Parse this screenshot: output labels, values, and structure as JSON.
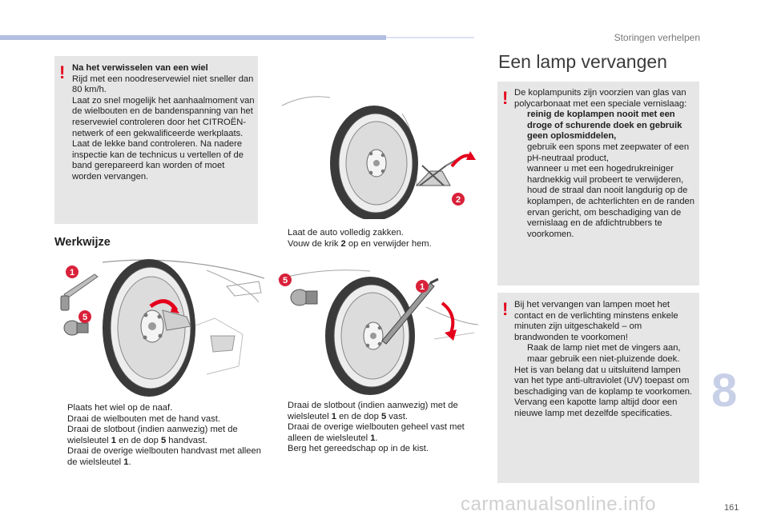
{
  "header": {
    "chapter_title": "Storingen verhelpen"
  },
  "page": {
    "number": "161",
    "chapter_tab": "8",
    "watermark": "carmanualsonline.info"
  },
  "warning_tire": {
    "mark": "!",
    "title": "Na het verwisselen van een wiel",
    "body": "Rijd met een noodreservewiel niet sneller dan 80 km/h.\nLaat zo snel mogelijk het aanhaalmoment van de wielbouten en de bandenspanning van het reservewiel controleren door het CITROËN-netwerk of een gekwalificeerde werkplaats.\nLaat de lekke band controleren. Na nadere inspectie kan de technicus u vertellen of de band gerepareerd kan worden of moet worden vervangen."
  },
  "werkwijze": {
    "heading": "Werkwijze",
    "steps": [
      {
        "mark": "",
        "text": "Plaats het wiel op de naaf."
      },
      {
        "mark": "",
        "text": "Draai de wielbouten met de hand vast."
      },
      {
        "mark": "",
        "text_pre": "Draai de slotbout (indien aanwezig) met de wielsleutel ",
        "n1": "1",
        "text_mid": " en de dop ",
        "n2": "5",
        "text_post": " handvast."
      },
      {
        "mark": "",
        "text_pre": "Draai de overige wielbouten handvast met alleen de wielsleutel ",
        "n1": "1",
        "text_post": "."
      }
    ]
  },
  "middle_top_steps": [
    {
      "mark": "",
      "text": "Laat de auto volledig zakken."
    },
    {
      "mark": "",
      "text_pre": "Vouw de krik ",
      "n1": "2",
      "text_post": " op en verwijder hem."
    }
  ],
  "middle_bottom_steps": [
    {
      "mark": "",
      "text_pre": "Draai de slotbout (indien aanwezig) met de wielsleutel ",
      "n1": "1",
      "text_mid": " en de dop ",
      "n2": "5",
      "text_post": " vast."
    },
    {
      "mark": "",
      "text_pre": "Draai de overige wielbouten geheel vast met alleen de wielsleutel ",
      "n1": "1",
      "text_post": "."
    },
    {
      "mark": "",
      "text": "Berg het gereedschap op in de kist."
    }
  ],
  "illustrations": {
    "labels": {
      "wrench": "1",
      "jack": "2",
      "cap": "5"
    }
  },
  "lamp_section": {
    "heading": "Een lamp vervangen",
    "warning_a": {
      "mark": "!",
      "intro": "De koplampunits zijn voorzien van glas van polycarbonaat met een speciale vernislaag:",
      "bullets": [
        {
          "mark": "",
          "text": "reinig de koplampen nooit met een droge of schurende doek en gebruik geen oplosmiddelen,",
          "bold": true
        },
        {
          "mark": "",
          "text": "gebruik een spons met zeepwater of een pH-neutraal product,",
          "bold": false
        },
        {
          "mark": "",
          "text": "wanneer u met een hogedrukreiniger hardnekkig vuil probeert te verwijderen, houd de straal dan nooit langdurig op de koplampen, de achterlichten en de randen ervan gericht, om beschadiging van de vernislaag en de afdichtrubbers te voorkomen.",
          "bold": false
        }
      ]
    },
    "warning_b": {
      "mark": "!",
      "intro": "Bij het vervangen van lampen moet het contact en de verlichting minstens enkele minuten zijn uitgeschakeld – om brandwonden te voorkomen!",
      "bullets": [
        {
          "mark": "",
          "text": "Raak de lamp niet met de vingers aan, maar gebruik een niet-pluizende doek."
        }
      ],
      "outro": "Het is van belang dat u uitsluitend lampen van het type anti-ultraviolet (UV) toepast om beschadiging van de koplamp te voorkomen.\nVervang een kapotte lamp altijd door een nieuwe lamp met dezelfde specificaties."
    }
  },
  "colors": {
    "warning_red": "#e4001b",
    "badge_red": "#d9213a",
    "box_gray": "#e6e6e6",
    "accent_bar": "#b4bfe0"
  }
}
